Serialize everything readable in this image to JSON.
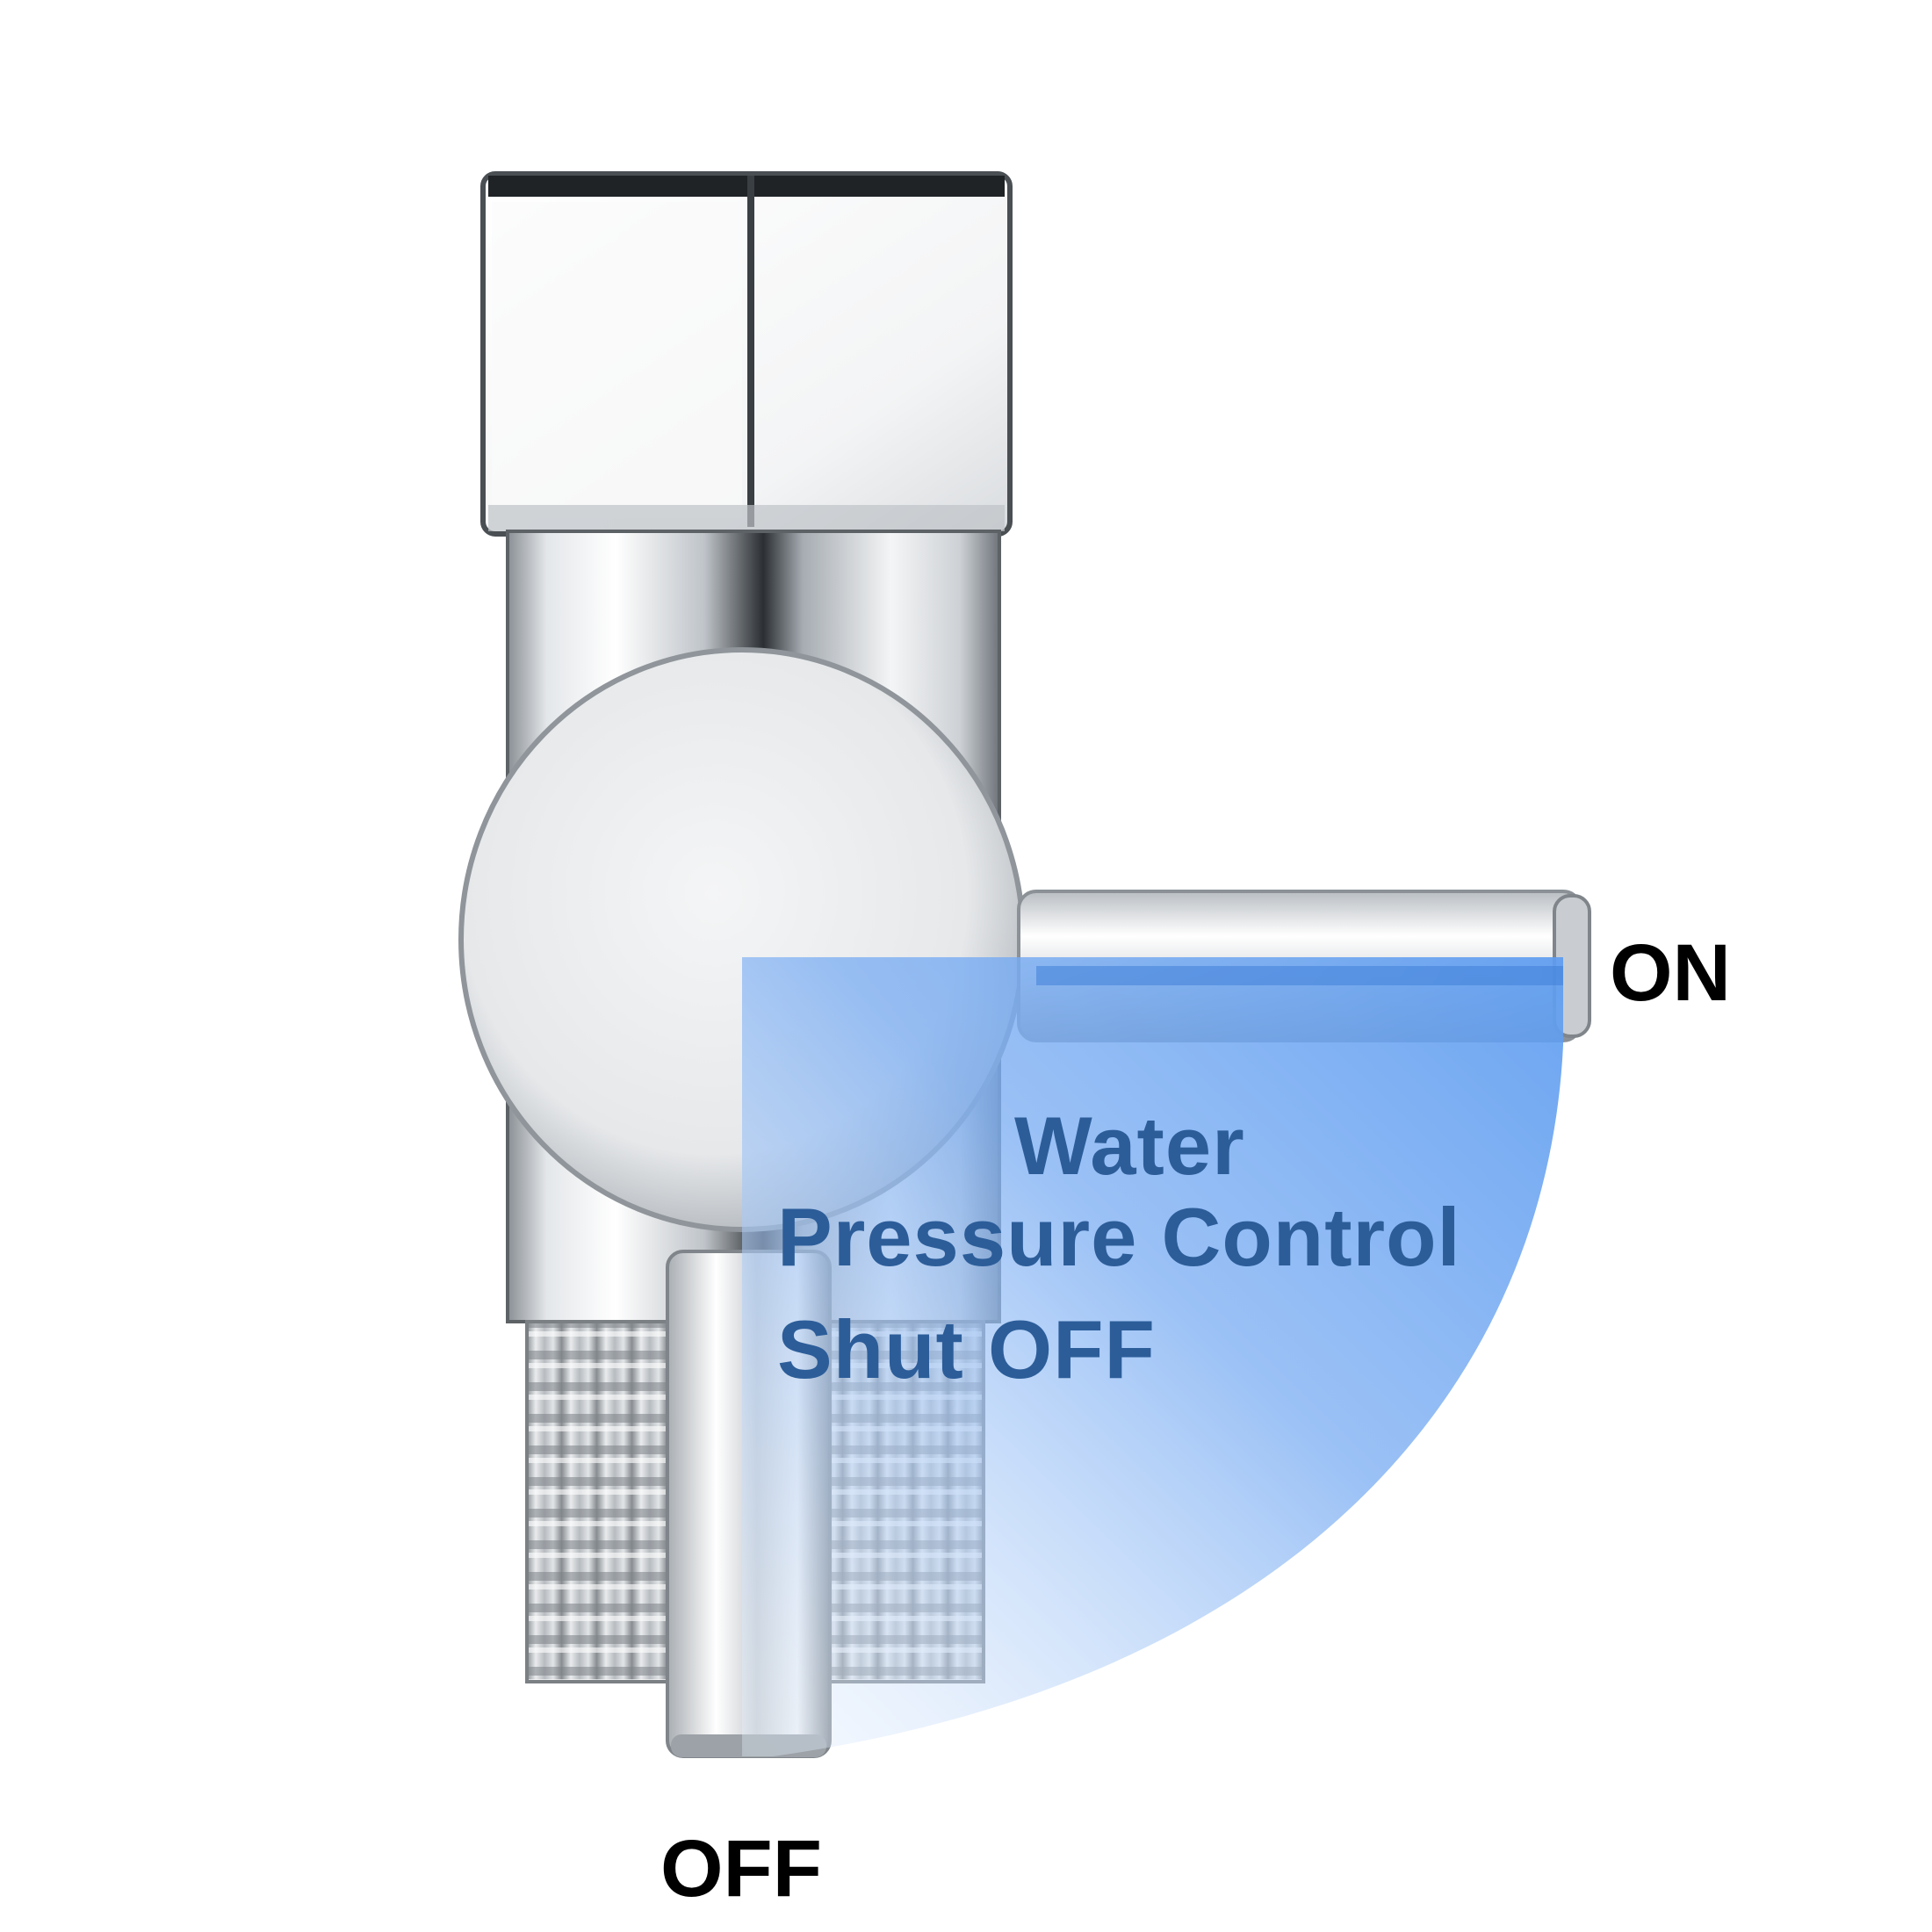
{
  "image": {
    "subject": "chrome angle shut-off valve with lever handle",
    "colors": {
      "background": "#ffffff",
      "highlight_overlay": "#5d9cf0",
      "overlay_text": "#2c5d99",
      "label_text": "#000000"
    }
  },
  "labels": {
    "on": "ON",
    "off": "OFF",
    "water": "Water",
    "pressure_control": "Pressure Control",
    "shut_off": "Shut OFF"
  }
}
